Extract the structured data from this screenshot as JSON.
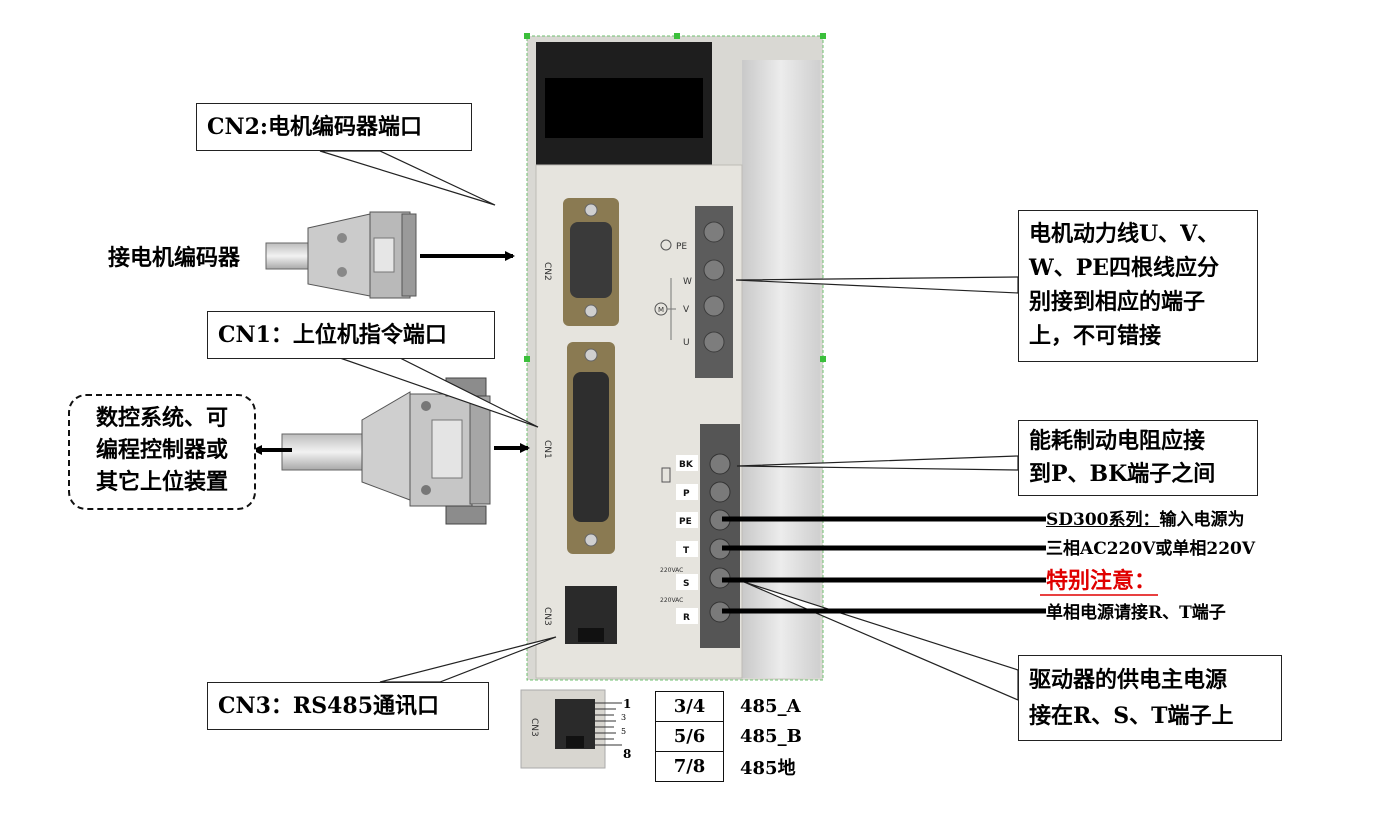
{
  "callouts": {
    "cn2": "CN2:电机编码器端口",
    "cn1": "CN1：上位机指令端口",
    "cn3": "CN3：RS485通讯口",
    "motor_power": [
      "电机动力线U、V、",
      "W、PE四根线应分",
      "别接到相应的端子",
      "上，不可错接"
    ],
    "brake_resistor": [
      "能耗制动电阻应接",
      "到P、BK端子之间"
    ],
    "main_power": [
      "驱动器的供电主电源",
      "接在R、S、T端子上"
    ],
    "host_devices": [
      "数控系统、可",
      "编程控制器或",
      "其它上位装置"
    ]
  },
  "labels": {
    "encoder": "接电机编码器",
    "sd300_series": "SD300系列：",
    "power_input": "输入电源为",
    "three_phase": "三相AC220V或单相220V",
    "attention": "特别注意：",
    "single_phase": "单相电源请接R、T端子"
  },
  "panel": {
    "port_cn2": "CN2",
    "port_cn1": "CN1",
    "port_cn3": "CN3",
    "motor_terminals": [
      "PE",
      "W",
      "V",
      "U"
    ],
    "motor_symbol": "M",
    "power_terminals": [
      "BK",
      "P",
      "PE",
      "T",
      "S",
      "R"
    ],
    "voltage_marks": [
      "220VAC",
      "220VAC"
    ]
  },
  "rj45": {
    "port_label": "CN3",
    "pin_numbers": [
      "1",
      "3",
      "5",
      "8"
    ]
  },
  "pin_table": [
    {
      "pins": "3/4",
      "signal": "485_A"
    },
    {
      "pins": "5/6",
      "signal": "485_B"
    },
    {
      "pins": "7/8",
      "signal": "485地"
    }
  ],
  "colors": {
    "attention": "#e00000",
    "panel": "#e6e4de",
    "heatsink": "#d7d7d7",
    "connector": "#6e6e6e"
  }
}
